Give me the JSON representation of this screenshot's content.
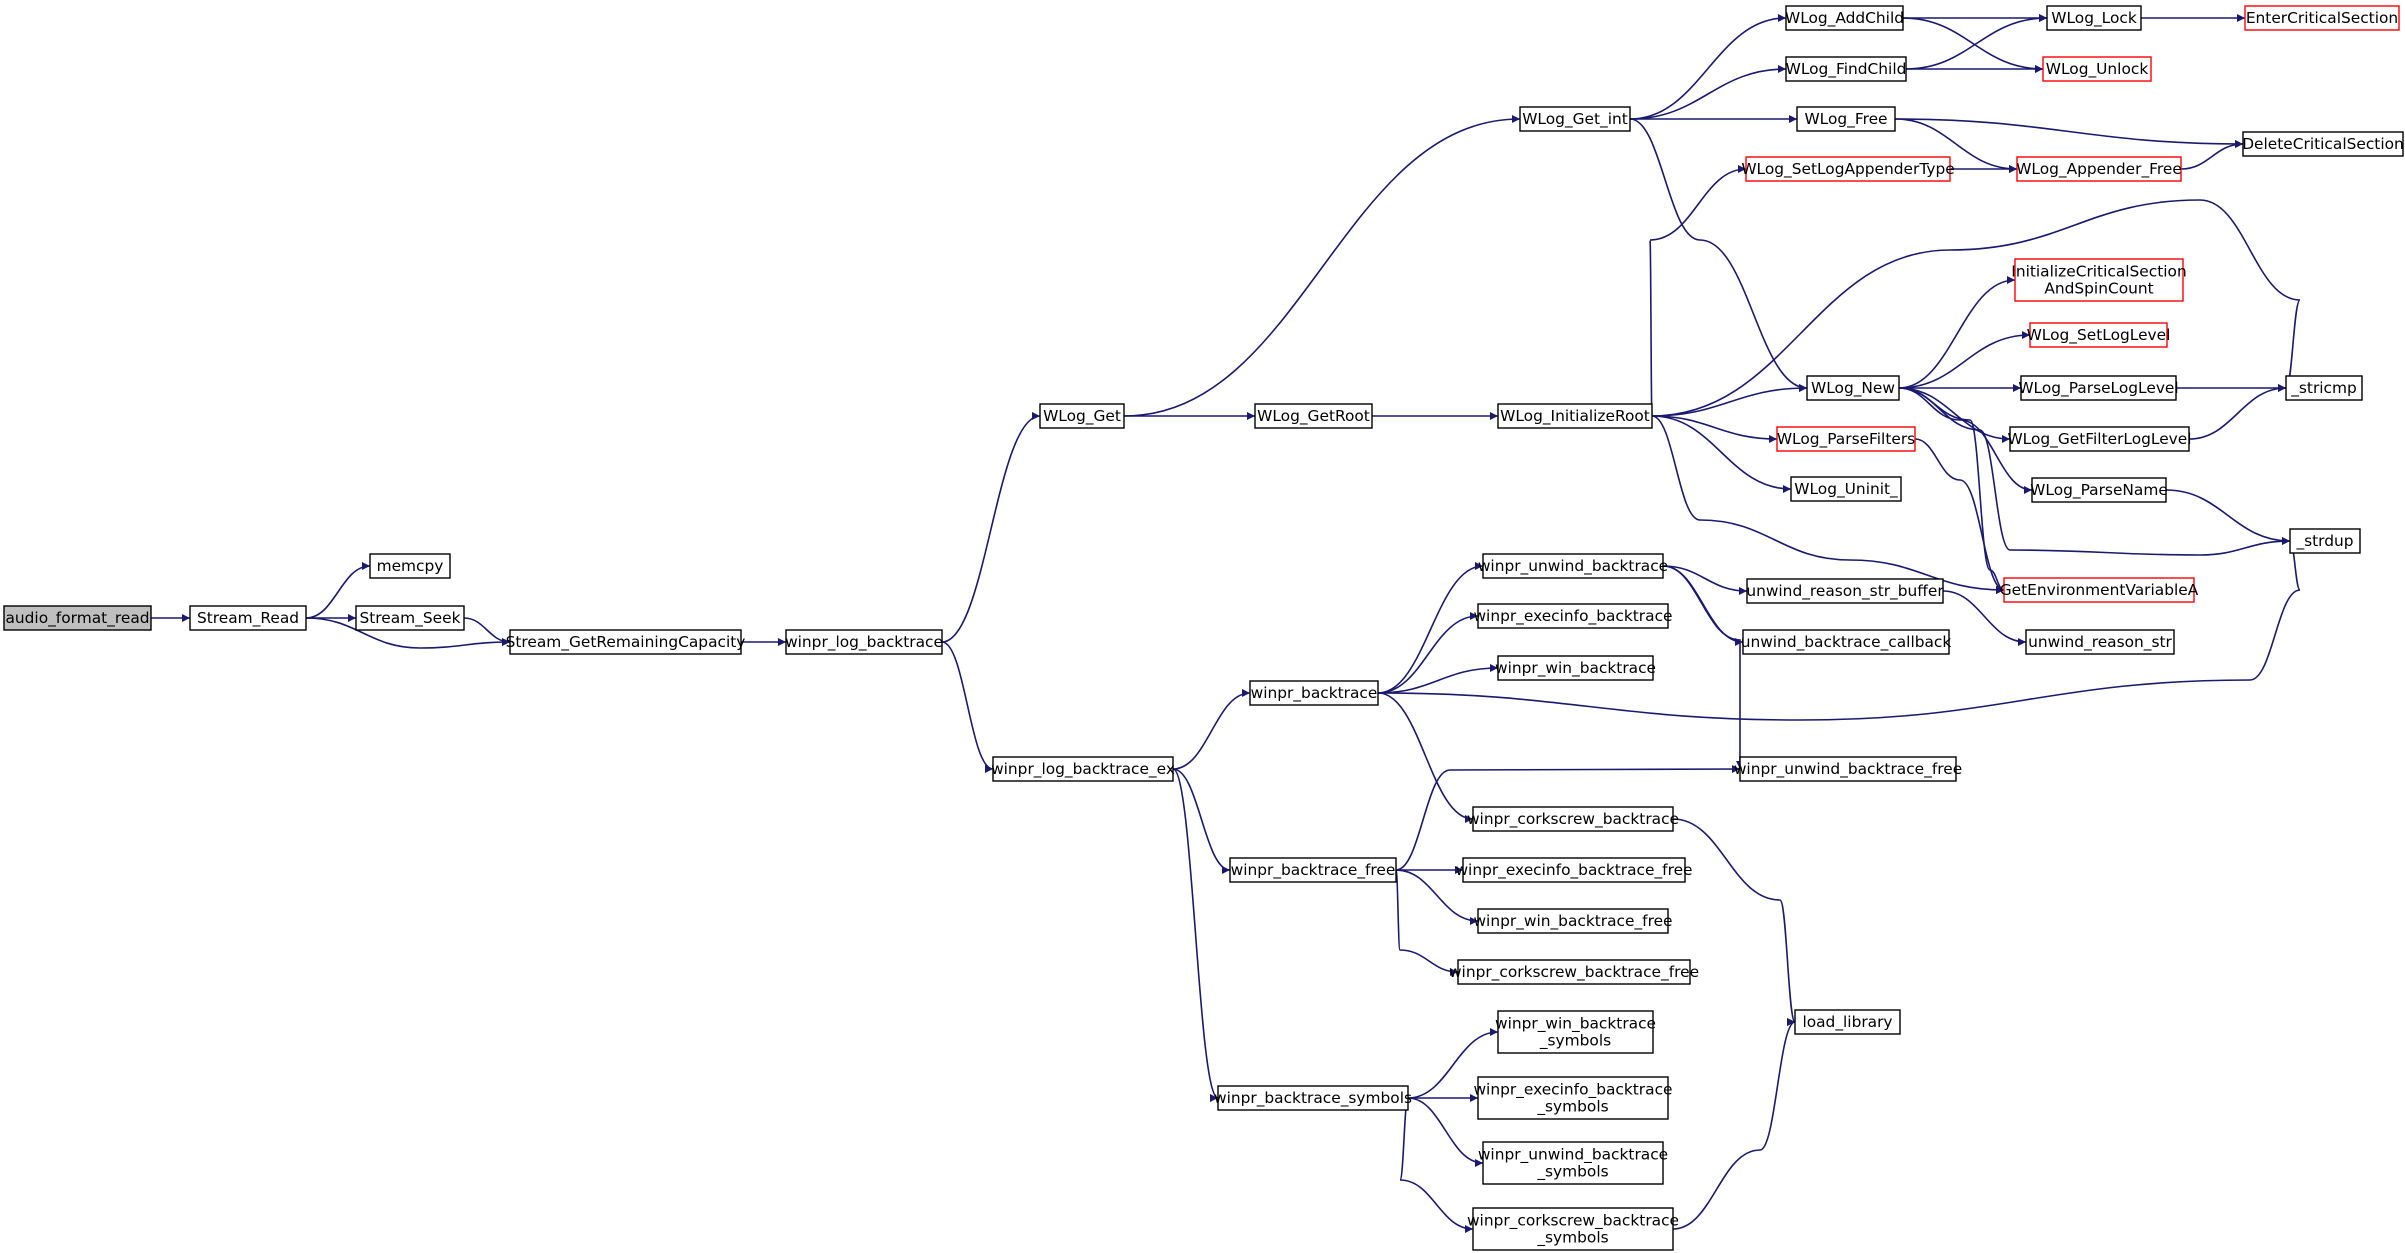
{
  "diagram": {
    "nodes": [
      {
        "id": "audio_format_read",
        "lines": [
          "audio_format_read"
        ],
        "style": "focus"
      },
      {
        "id": "Stream_Read",
        "lines": [
          "Stream_Read"
        ],
        "style": "normal"
      },
      {
        "id": "memcpy",
        "lines": [
          "memcpy"
        ],
        "style": "normal"
      },
      {
        "id": "Stream_Seek",
        "lines": [
          "Stream_Seek"
        ],
        "style": "normal"
      },
      {
        "id": "Stream_GetRemainingCapacity",
        "lines": [
          "Stream_GetRemainingCapacity"
        ],
        "style": "normal"
      },
      {
        "id": "winpr_log_backtrace",
        "lines": [
          "winpr_log_backtrace"
        ],
        "style": "normal"
      },
      {
        "id": "WLog_Get",
        "lines": [
          "WLog_Get"
        ],
        "style": "normal"
      },
      {
        "id": "winpr_log_backtrace_ex",
        "lines": [
          "winpr_log_backtrace_ex"
        ],
        "style": "normal"
      },
      {
        "id": "WLog_Get_int",
        "lines": [
          "WLog_Get_int"
        ],
        "style": "normal"
      },
      {
        "id": "WLog_GetRoot",
        "lines": [
          "WLog_GetRoot"
        ],
        "style": "normal"
      },
      {
        "id": "WLog_InitializeRoot",
        "lines": [
          "WLog_InitializeRoot"
        ],
        "style": "normal"
      },
      {
        "id": "WLog_AddChild",
        "lines": [
          "WLog_AddChild"
        ],
        "style": "normal"
      },
      {
        "id": "WLog_FindChild",
        "lines": [
          "WLog_FindChild"
        ],
        "style": "normal"
      },
      {
        "id": "WLog_Free",
        "lines": [
          "WLog_Free"
        ],
        "style": "normal"
      },
      {
        "id": "WLog_Lock",
        "lines": [
          "WLog_Lock"
        ],
        "style": "normal"
      },
      {
        "id": "WLog_Unlock",
        "lines": [
          "WLog_Unlock"
        ],
        "style": "red"
      },
      {
        "id": "EnterCriticalSection",
        "lines": [
          "EnterCriticalSection"
        ],
        "style": "red"
      },
      {
        "id": "DeleteCriticalSection",
        "lines": [
          "DeleteCriticalSection"
        ],
        "style": "normal"
      },
      {
        "id": "WLog_SetLogAppenderType",
        "lines": [
          "WLog_SetLogAppenderType"
        ],
        "style": "red"
      },
      {
        "id": "WLog_Appender_Free",
        "lines": [
          "WLog_Appender_Free"
        ],
        "style": "red"
      },
      {
        "id": "InitializeCriticalSectionAndSpinCount",
        "lines": [
          "InitializeCriticalSection",
          "AndSpinCount"
        ],
        "style": "red"
      },
      {
        "id": "WLog_SetLogLevel",
        "lines": [
          "WLog_SetLogLevel"
        ],
        "style": "red"
      },
      {
        "id": "WLog_New",
        "lines": [
          "WLog_New"
        ],
        "style": "normal"
      },
      {
        "id": "WLog_ParseLogLevel",
        "lines": [
          "WLog_ParseLogLevel"
        ],
        "style": "normal"
      },
      {
        "id": "_stricmp",
        "lines": [
          "_stricmp"
        ],
        "style": "normal"
      },
      {
        "id": "WLog_GetFilterLogLevel",
        "lines": [
          "WLog_GetFilterLogLevel"
        ],
        "style": "normal"
      },
      {
        "id": "WLog_ParseFilters",
        "lines": [
          "WLog_ParseFilters"
        ],
        "style": "red"
      },
      {
        "id": "WLog_ParseName",
        "lines": [
          "WLog_ParseName"
        ],
        "style": "normal"
      },
      {
        "id": "WLog_Uninit_",
        "lines": [
          "WLog_Uninit_"
        ],
        "style": "normal"
      },
      {
        "id": "_strdup",
        "lines": [
          "_strdup"
        ],
        "style": "normal"
      },
      {
        "id": "GetEnvironmentVariableA",
        "lines": [
          "GetEnvironmentVariableA"
        ],
        "style": "red"
      },
      {
        "id": "winpr_unwind_backtrace",
        "lines": [
          "winpr_unwind_backtrace"
        ],
        "style": "normal"
      },
      {
        "id": "unwind_reason_str_buffer",
        "lines": [
          "unwind_reason_str_buffer"
        ],
        "style": "normal"
      },
      {
        "id": "winpr_execinfo_backtrace",
        "lines": [
          "winpr_execinfo_backtrace"
        ],
        "style": "normal"
      },
      {
        "id": "unwind_backtrace_callback",
        "lines": [
          "unwind_backtrace_callback"
        ],
        "style": "normal"
      },
      {
        "id": "unwind_reason_str",
        "lines": [
          "unwind_reason_str"
        ],
        "style": "normal"
      },
      {
        "id": "winpr_win_backtrace",
        "lines": [
          "winpr_win_backtrace"
        ],
        "style": "normal"
      },
      {
        "id": "winpr_backtrace",
        "lines": [
          "winpr_backtrace"
        ],
        "style": "normal"
      },
      {
        "id": "winpr_unwind_backtrace_free",
        "lines": [
          "winpr_unwind_backtrace_free"
        ],
        "style": "normal"
      },
      {
        "id": "winpr_corkscrew_backtrace",
        "lines": [
          "winpr_corkscrew_backtrace"
        ],
        "style": "normal"
      },
      {
        "id": "winpr_backtrace_free",
        "lines": [
          "winpr_backtrace_free"
        ],
        "style": "normal"
      },
      {
        "id": "winpr_execinfo_backtrace_free",
        "lines": [
          "winpr_execinfo_backtrace_free"
        ],
        "style": "normal"
      },
      {
        "id": "winpr_win_backtrace_free",
        "lines": [
          "winpr_win_backtrace_free"
        ],
        "style": "normal"
      },
      {
        "id": "winpr_corkscrew_backtrace_free",
        "lines": [
          "winpr_corkscrew_backtrace_free"
        ],
        "style": "normal"
      },
      {
        "id": "load_library",
        "lines": [
          "load_library"
        ],
        "style": "normal"
      },
      {
        "id": "winpr_win_backtrace_symbols",
        "lines": [
          "winpr_win_backtrace",
          "_symbols"
        ],
        "style": "normal"
      },
      {
        "id": "winpr_backtrace_symbols",
        "lines": [
          "winpr_backtrace_symbols"
        ],
        "style": "normal"
      },
      {
        "id": "winpr_execinfo_backtrace_symbols",
        "lines": [
          "winpr_execinfo_backtrace",
          "_symbols"
        ],
        "style": "normal"
      },
      {
        "id": "winpr_unwind_backtrace_symbols",
        "lines": [
          "winpr_unwind_backtrace",
          "_symbols"
        ],
        "style": "normal"
      },
      {
        "id": "winpr_corkscrew_backtrace_symbols",
        "lines": [
          "winpr_corkscrew_backtrace",
          "_symbols"
        ],
        "style": "normal"
      }
    ],
    "edges": [
      [
        "audio_format_read",
        "Stream_Read"
      ],
      [
        "Stream_Read",
        "memcpy"
      ],
      [
        "Stream_Read",
        "Stream_Seek"
      ],
      [
        "Stream_Read",
        "Stream_GetRemainingCapacity"
      ],
      [
        "Stream_Seek",
        "Stream_GetRemainingCapacity"
      ],
      [
        "Stream_GetRemainingCapacity",
        "winpr_log_backtrace"
      ],
      [
        "winpr_log_backtrace",
        "WLog_Get"
      ],
      [
        "winpr_log_backtrace",
        "winpr_log_backtrace_ex"
      ],
      [
        "WLog_Get",
        "WLog_Get_int"
      ],
      [
        "WLog_Get",
        "WLog_GetRoot"
      ],
      [
        "WLog_Get_int",
        "WLog_AddChild"
      ],
      [
        "WLog_Get_int",
        "WLog_FindChild"
      ],
      [
        "WLog_Get_int",
        "WLog_Free"
      ],
      [
        "WLog_Get_int",
        "WLog_New"
      ],
      [
        "WLog_AddChild",
        "WLog_Lock"
      ],
      [
        "WLog_AddChild",
        "WLog_Unlock"
      ],
      [
        "WLog_FindChild",
        "WLog_Lock"
      ],
      [
        "WLog_FindChild",
        "WLog_Unlock"
      ],
      [
        "WLog_Lock",
        "EnterCriticalSection"
      ],
      [
        "WLog_Free",
        "DeleteCriticalSection"
      ],
      [
        "WLog_Free",
        "WLog_Appender_Free"
      ],
      [
        "WLog_SetLogAppenderType",
        "WLog_Appender_Free"
      ],
      [
        "WLog_Appender_Free",
        "DeleteCriticalSection"
      ],
      [
        "WLog_GetRoot",
        "WLog_InitializeRoot"
      ],
      [
        "WLog_InitializeRoot",
        "WLog_SetLogAppenderType"
      ],
      [
        "WLog_InitializeRoot",
        "_stricmp"
      ],
      [
        "WLog_InitializeRoot",
        "WLog_New"
      ],
      [
        "WLog_InitializeRoot",
        "WLog_ParseFilters"
      ],
      [
        "WLog_InitializeRoot",
        "WLog_Uninit_"
      ],
      [
        "WLog_InitializeRoot",
        "GetEnvironmentVariableA"
      ],
      [
        "WLog_New",
        "InitializeCriticalSectionAndSpinCount"
      ],
      [
        "WLog_New",
        "WLog_SetLogLevel"
      ],
      [
        "WLog_New",
        "WLog_ParseLogLevel"
      ],
      [
        "WLog_New",
        "WLog_GetFilterLogLevel"
      ],
      [
        "WLog_New",
        "WLog_ParseName"
      ],
      [
        "WLog_New",
        "_strdup"
      ],
      [
        "WLog_New",
        "GetEnvironmentVariableA"
      ],
      [
        "WLog_ParseLogLevel",
        "_stricmp"
      ],
      [
        "WLog_GetFilterLogLevel",
        "_stricmp"
      ],
      [
        "WLog_ParseName",
        "_strdup"
      ],
      [
        "WLog_ParseFilters",
        "GetEnvironmentVariableA"
      ],
      [
        "winpr_log_backtrace_ex",
        "winpr_backtrace"
      ],
      [
        "winpr_log_backtrace_ex",
        "winpr_backtrace_free"
      ],
      [
        "winpr_log_backtrace_ex",
        "winpr_backtrace_symbols"
      ],
      [
        "winpr_backtrace",
        "winpr_unwind_backtrace"
      ],
      [
        "winpr_backtrace",
        "winpr_execinfo_backtrace"
      ],
      [
        "winpr_backtrace",
        "winpr_win_backtrace"
      ],
      [
        "winpr_backtrace",
        "_strdup"
      ],
      [
        "winpr_backtrace",
        "winpr_corkscrew_backtrace"
      ],
      [
        "winpr_unwind_backtrace",
        "unwind_reason_str_buffer"
      ],
      [
        "winpr_unwind_backtrace",
        "unwind_backtrace_callback"
      ],
      [
        "winpr_unwind_backtrace",
        "winpr_unwind_backtrace_free"
      ],
      [
        "unwind_reason_str_buffer",
        "unwind_reason_str"
      ],
      [
        "winpr_corkscrew_backtrace",
        "load_library"
      ],
      [
        "winpr_backtrace_free",
        "winpr_unwind_backtrace_free"
      ],
      [
        "winpr_backtrace_free",
        "winpr_execinfo_backtrace_free"
      ],
      [
        "winpr_backtrace_free",
        "winpr_win_backtrace_free"
      ],
      [
        "winpr_backtrace_free",
        "winpr_corkscrew_backtrace_free"
      ],
      [
        "winpr_backtrace_symbols",
        "winpr_win_backtrace_symbols"
      ],
      [
        "winpr_backtrace_symbols",
        "winpr_execinfo_backtrace_symbols"
      ],
      [
        "winpr_backtrace_symbols",
        "winpr_unwind_backtrace_symbols"
      ],
      [
        "winpr_backtrace_symbols",
        "winpr_corkscrew_backtrace_symbols"
      ],
      [
        "winpr_corkscrew_backtrace_symbols",
        "load_library"
      ]
    ],
    "colors": {
      "edge": "#191970",
      "normal_border": "#000000",
      "red_border": "#ff0000",
      "focus_fill": "#bfbfbf",
      "node_fill": "#ffffff"
    }
  }
}
